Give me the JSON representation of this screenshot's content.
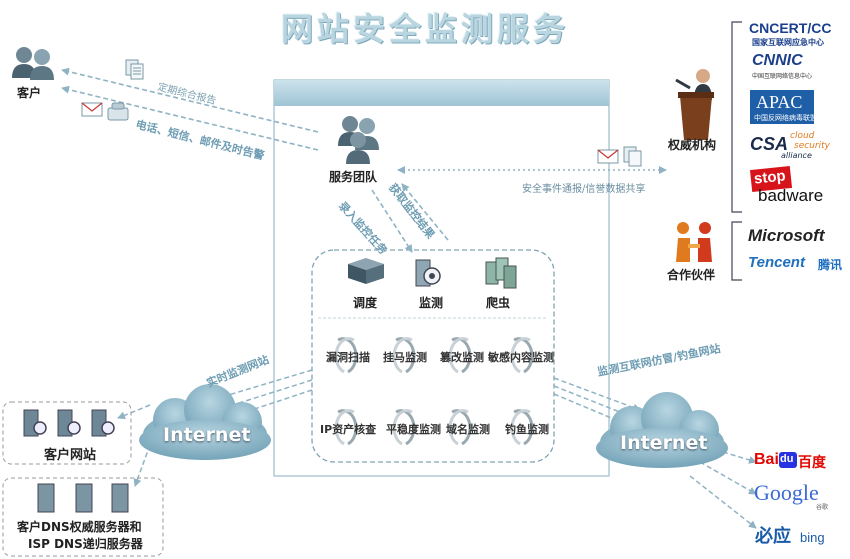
{
  "title": "网站安全监测服务",
  "left": {
    "customer": "客户",
    "report_label": "定期综合报告",
    "alert_label": "电话、短信、邮件及时告警",
    "realtime_label": "实时监测网站",
    "customer_site": "客户网站",
    "dns_line1": "客户DNS权威服务器和",
    "dns_line2": "ISP DNS递归服务器",
    "internet": "Internet"
  },
  "center": {
    "team": "服务团队",
    "fetch_label": "获取监控结果",
    "input_label": "录入监控任务",
    "modules": [
      "调度",
      "监测",
      "爬虫"
    ],
    "services_row1": [
      "漏洞扫描",
      "挂马监测",
      "篡改监测",
      "敏感内容监测"
    ],
    "services_row2": [
      "IP资产核查",
      "平稳度监测",
      "域名监测",
      "钓鱼监测"
    ]
  },
  "right": {
    "share_label": "安全事件通报/信誉数据共享",
    "authority": "权威机构",
    "partner": "合作伙伴",
    "fake_label": "监测互联网仿冒/钓鱼网站",
    "internet": "Internet",
    "logos": {
      "cncert": "CNCERT/CC",
      "cncert_sub": "国家互联网应急中心",
      "cnnic": "CNNIC",
      "cnnic_sub": "中国互联网络信息中心",
      "apac": "APAC",
      "apac_sub": "中国反网络病毒联盟",
      "csa": "CSA",
      "csa_sub1": "cloud",
      "csa_sub2": "security",
      "csa_sub3": "alliance",
      "stop": "stop",
      "badware": "badware",
      "microsoft": "Microsoft",
      "tencent": "Tencent",
      "tencent_cn": "腾讯",
      "baidu1": "Bai",
      "baidu_du": "du",
      "baidu2": "百度",
      "google": "Google",
      "google_cn": "谷歌",
      "bing_cn": "必应",
      "bing": "bing"
    }
  }
}
